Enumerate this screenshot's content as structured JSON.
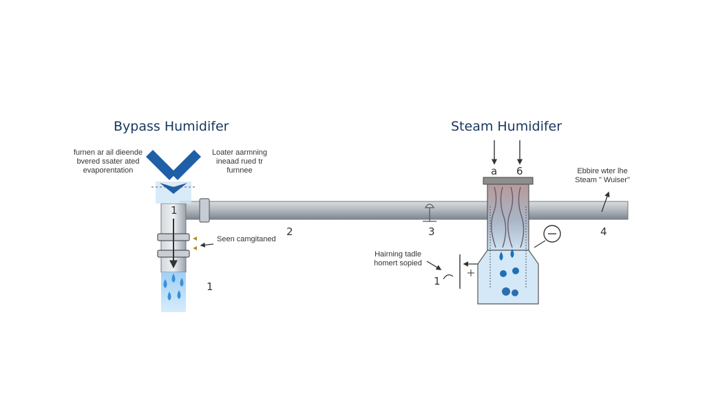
{
  "titles": {
    "bypass": "Bypass Humidifer",
    "steam": "Steam Humidifer"
  },
  "labels": {
    "bypass_left": [
      "furnen ar ail dieende",
      "bvered ssater ated",
      "evaporentation"
    ],
    "bypass_right": [
      "Loater aarmning",
      "ineaad rued tr",
      "furnnee"
    ],
    "steam_connect": [
      "Seen camgitaned"
    ],
    "steam_right": [
      "Ebbire wter lhe",
      "Steam \" Wuiser\""
    ],
    "heating": [
      "Hairning tadle",
      "homert sopied"
    ]
  },
  "numbers": {
    "bypass_top": "1",
    "bypass_bottom": "1",
    "duct_mid": "2",
    "valve": "3",
    "duct_end": "4",
    "steam_inlet_a": "a",
    "steam_inlet_b": "6",
    "heating": "1"
  },
  "colors": {
    "pipe": "#a8b0b8",
    "pipe_shade": "#7d868f",
    "water": "#4a9fe0",
    "arrow_blue": "#1f5fa8",
    "title": "#17365d"
  }
}
